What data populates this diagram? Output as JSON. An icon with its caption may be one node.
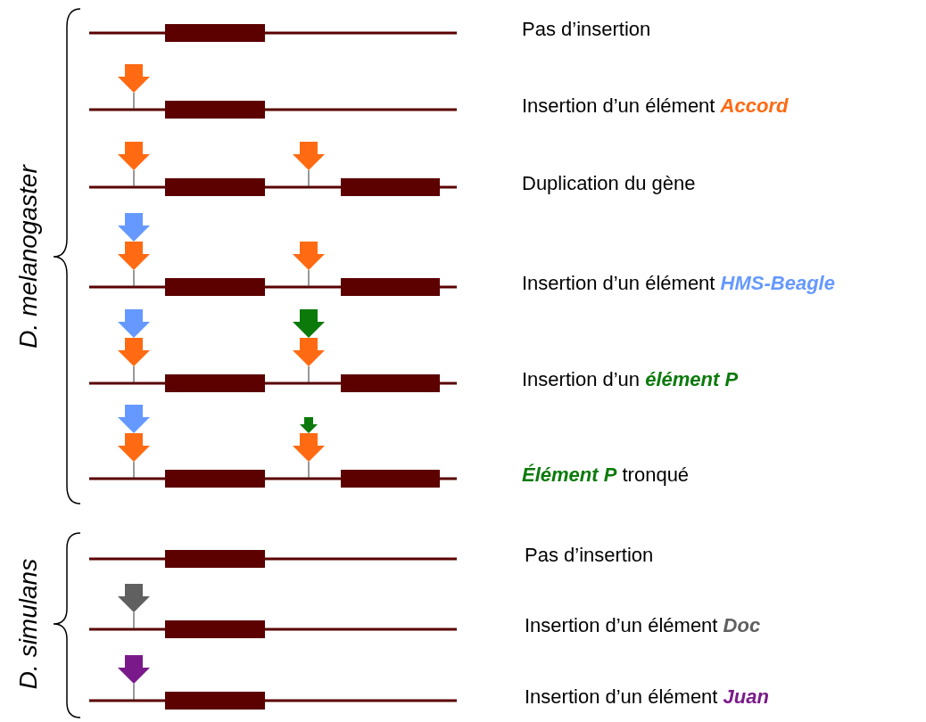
{
  "diagram": {
    "labels": [
      "D. melanogaster",
      "Pas d’insertion",
      "Insertion d’un élément **Accord**",
      "Duplication du gène",
      "Insertion d’un élément **HMS-Beagle**",
      "Insertion d’un **élément P**",
      "**Élément P** tronqué",
      "D. simulans",
      "Pas d’insertion",
      "Insertion d’un élément **Doc**",
      "Insertion d’un élément **Juan**"
    ]
  }
}
